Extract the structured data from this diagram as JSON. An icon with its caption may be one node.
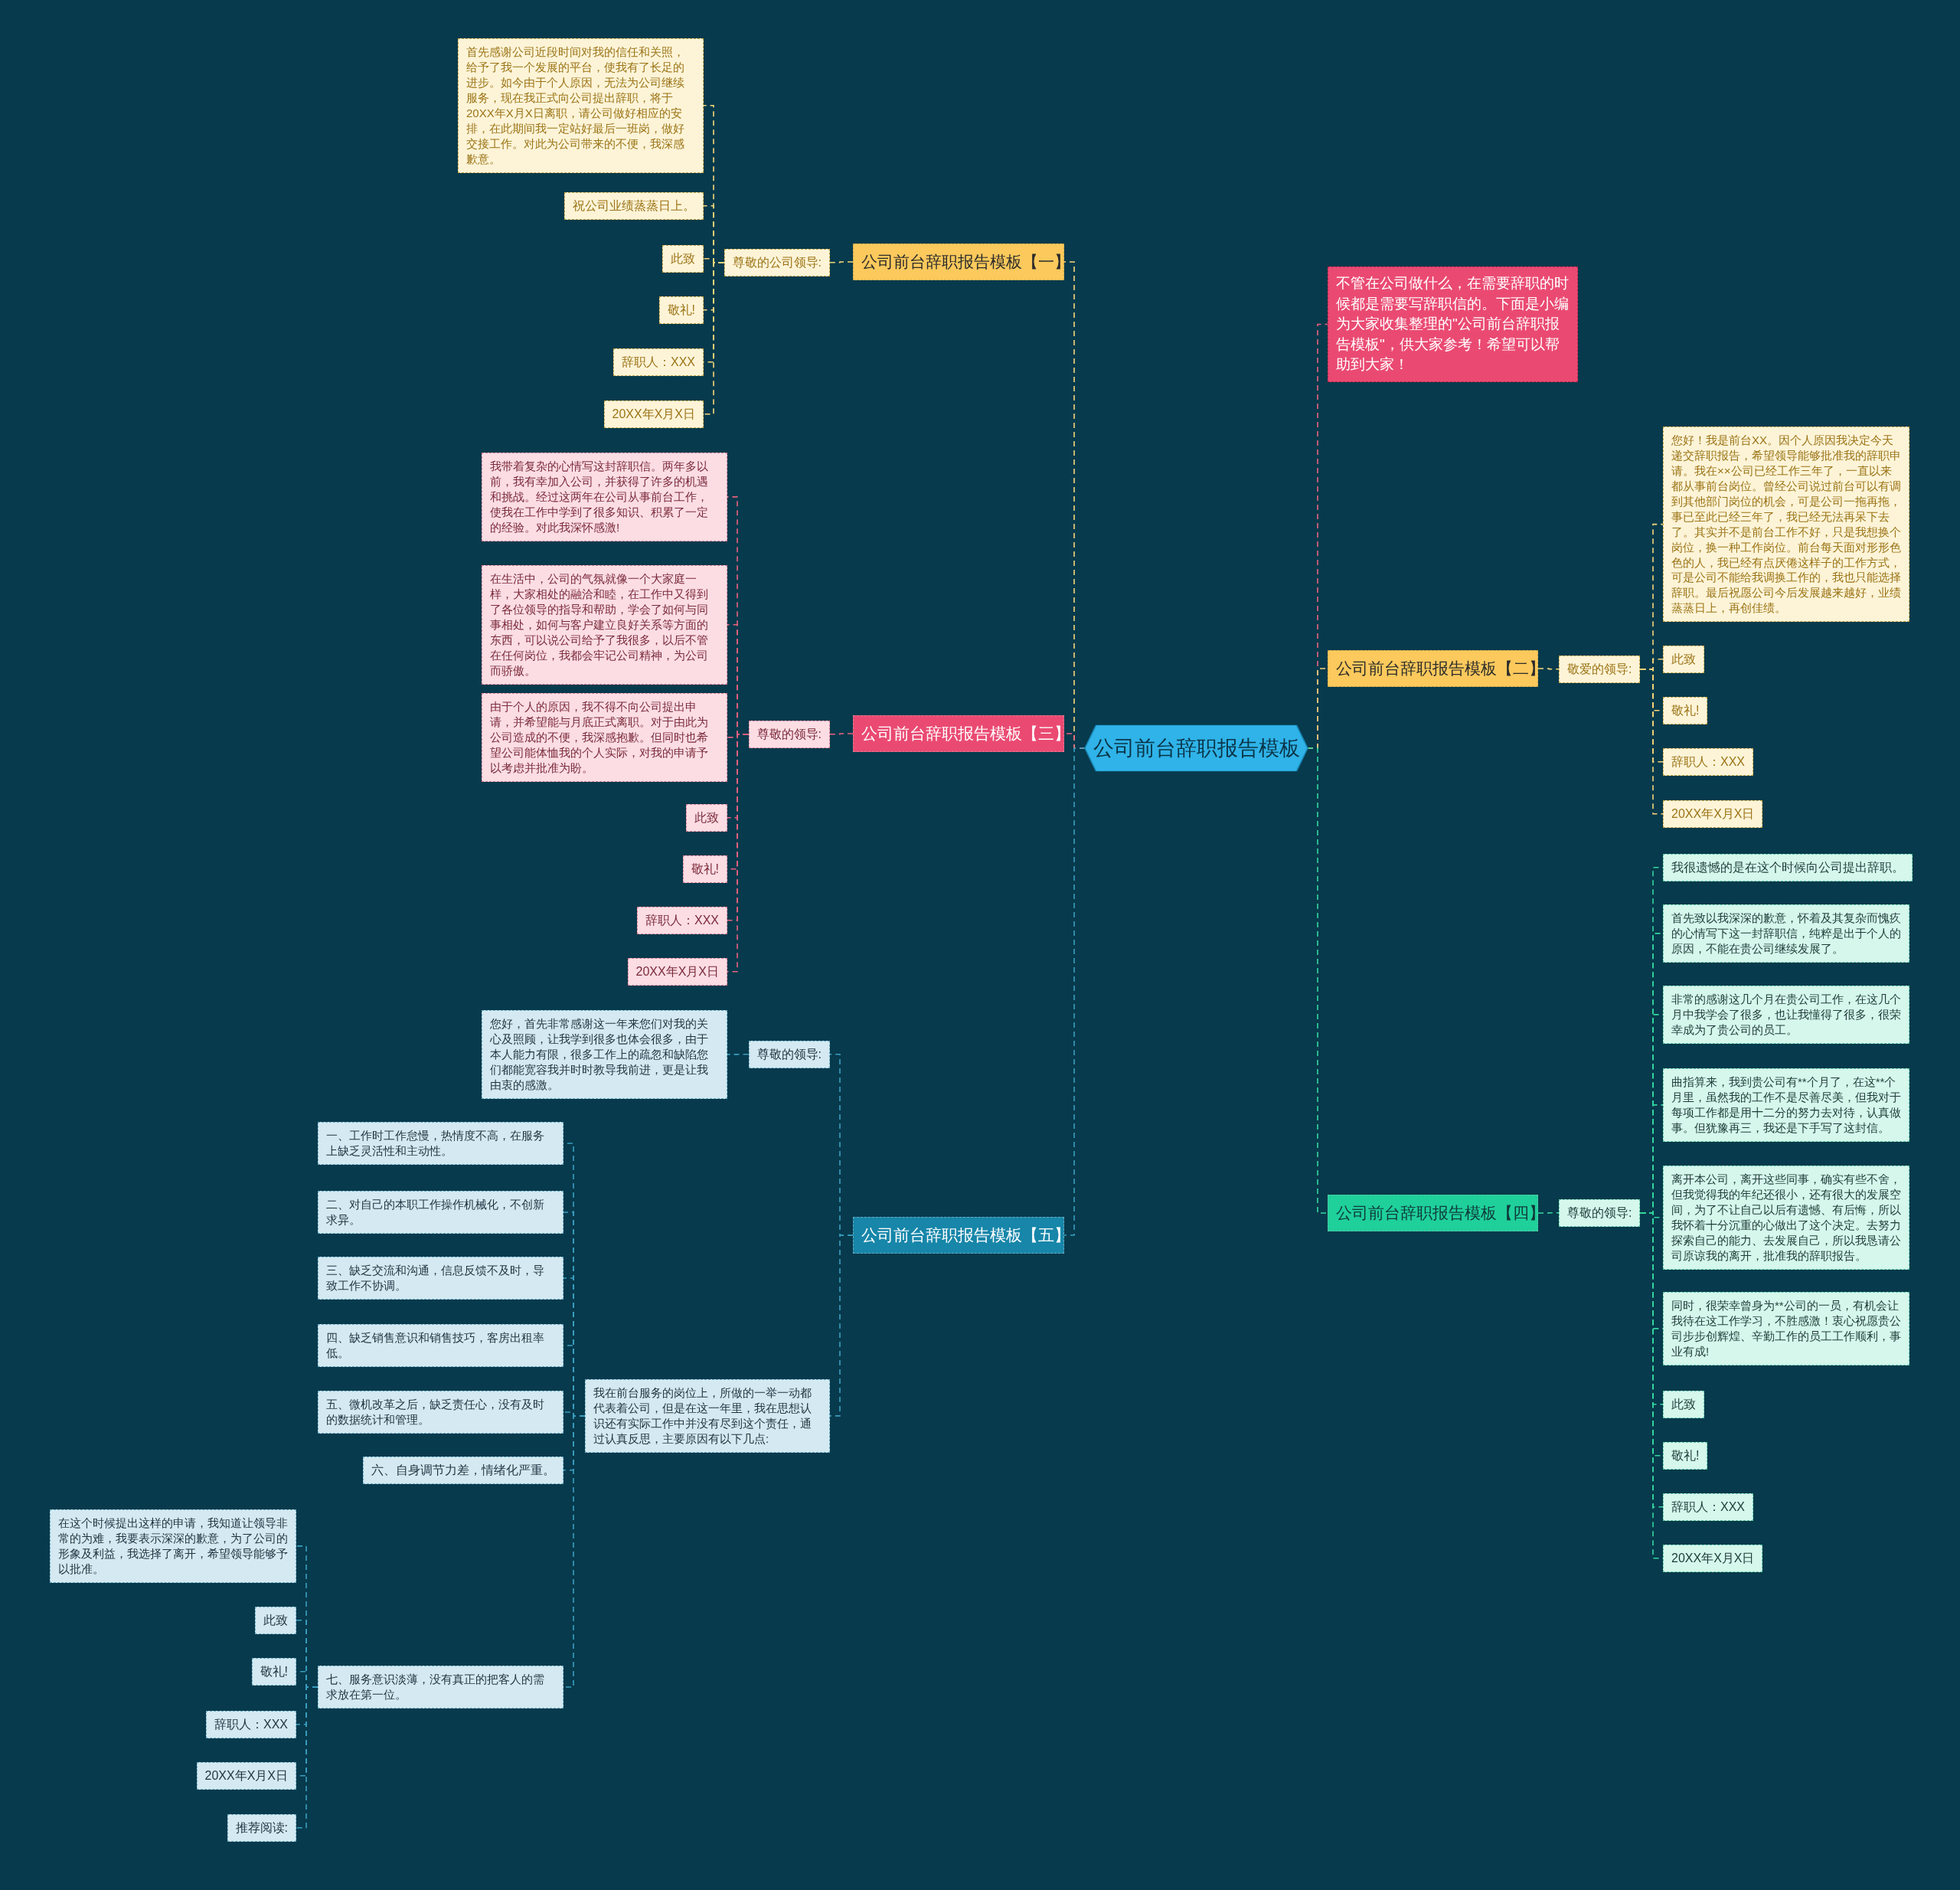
{
  "diagram": {
    "nodes": [
      {
        "text": [
          "公司前台辞职报告模板"
        ]
      },
      {
        "text": [
          "不管在公司做什么，在需要辞职的时候都是需要写辞职信的。下面是小编为大家收集整理的\"公司前台辞职报告模板\"，供大家参考！希望可以帮助到大家！"
        ]
      },
      {
        "text": [
          "公司前台辞职报告模板【一】"
        ]
      },
      {
        "text": [
          "尊敬的公司领导:"
        ]
      },
      {
        "text": [
          "首先感谢公司近段时间对我的信任和关照，给予了我一个发展的平台，使我有了长足的进步。如今由于个人原因，无法为公司继续服务，现在我正式向公司提出辞职，将于20XX年X月X日离职，请公司做好相应的安排，在此期间我一定站好最后一班岗，做好交接工作。对此为公司带来的不便，我深感歉意。"
        ]
      },
      {
        "text": [
          "祝公司业绩蒸蒸日上。"
        ]
      },
      {
        "text": [
          "此致"
        ]
      },
      {
        "text": [
          "敬礼!"
        ]
      },
      {
        "text": [
          "辞职人：XXX"
        ]
      },
      {
        "text": [
          "20XX年X月X日"
        ]
      },
      {
        "text": [
          "公司前台辞职报告模板【二】"
        ]
      },
      {
        "text": [
          "敬爱的领导:"
        ]
      },
      {
        "text": [
          "您好！我是前台XX。因个人原因我决定今天递交辞职报告，希望领导能够批准我的辞职申请。我在××公司已经工作三年了，一直以来都从事前台岗位。曾经公司说过前台可以有调到其他部门岗位的机会，可是公司一拖再拖，事已至此已经三年了，我已经无法再呆下去了。其实并不是前台工作不好，只是我想换个岗位，换一种工作岗位。前台每天面对形形色色的人，我已经有点厌倦这样子的工作方式，可是公司不能给我调换工作的，我也只能选择辞职。最后祝愿公司今后发展越来越好，业绩蒸蒸日上，再创佳绩。"
        ]
      },
      {
        "text": [
          "此致"
        ]
      },
      {
        "text": [
          "敬礼!"
        ]
      },
      {
        "text": [
          "辞职人：XXX"
        ]
      },
      {
        "text": [
          "20XX年X月X日"
        ]
      },
      {
        "text": [
          "公司前台辞职报告模板【三】"
        ]
      },
      {
        "text": [
          "尊敬的领导:"
        ]
      },
      {
        "text": [
          "我带着复杂的心情写这封辞职信。两年多以前，我有幸加入公司，并获得了许多的机遇和挑战。经过这两年在公司从事前台工作，使我在工作中学到了很多知识、积累了一定的经验。对此我深怀感激!"
        ]
      },
      {
        "text": [
          "在生活中，公司的气氛就像一个大家庭一样，大家相处的融洽和睦，在工作中又得到了各位领导的指导和帮助，学会了如何与同事相处，如何与客户建立良好关系等方面的东西，可以说公司给予了我很多，以后不管在任何岗位，我都会牢记公司精神，为公司而骄傲。"
        ]
      },
      {
        "text": [
          "由于个人的原因，我不得不向公司提出申请，并希望能与月底正式离职。对于由此为公司造成的不便，我深感抱歉。但同时也希望公司能体恤我的个人实际，对我的申请予以考虑并批准为盼。"
        ]
      },
      {
        "text": [
          "此致"
        ]
      },
      {
        "text": [
          "敬礼!"
        ]
      },
      {
        "text": [
          "辞职人：XXX"
        ]
      },
      {
        "text": [
          "20XX年X月X日"
        ]
      },
      {
        "text": [
          "公司前台辞职报告模板【四】"
        ]
      },
      {
        "text": [
          "尊敬的领导:"
        ]
      },
      {
        "text": [
          "我很遗憾的是在这个时候向公司提出辞职。"
        ]
      },
      {
        "text": [
          "首先致以我深深的歉意，怀着及其复杂而愧疚的心情写下这一封辞职信，纯粹是出于个人的原因，不能在贵公司继续发展了。"
        ]
      },
      {
        "text": [
          "非常的感谢这几个月在贵公司工作，在这几个月中我学会了很多，也让我懂得了很多，很荣幸成为了贵公司的员工。"
        ]
      },
      {
        "text": [
          "曲指算来，我到贵公司有**个月了，在这**个月里，虽然我的工作不是尽善尽美，但我对于每项工作都是用十二分的努力去对待，认真做事。但犹豫再三，我还是下手写了这封信。"
        ]
      },
      {
        "text": [
          "离开本公司，离开这些同事，确实有些不舍，但我觉得我的年纪还很小，还有很大的发展空间，为了不让自己以后有遗憾、有后悔，所以我怀着十分沉重的心做出了这个决定。去努力探索自己的能力、去发展自己，所以我恳请公司原谅我的离开，批准我的辞职报告。"
        ]
      },
      {
        "text": [
          "同时，很荣幸曾身为**公司的一员，有机会让我待在这工作学习，不胜感激！衷心祝愿贵公司步步创辉煌、辛勤工作的员工工作顺利，事业有成!"
        ]
      },
      {
        "text": [
          "此致"
        ]
      },
      {
        "text": [
          "敬礼!"
        ]
      },
      {
        "text": [
          "辞职人：XXX"
        ]
      },
      {
        "text": [
          "20XX年X月X日"
        ]
      },
      {
        "text": [
          "公司前台辞职报告模板【五】"
        ]
      },
      {
        "text": [
          "尊敬的领导:"
        ]
      },
      {
        "text": [
          "您好，首先非常感谢这一年来您们对我的关心及照顾，让我学到很多也体会很多，由于本人能力有限，很多工作上的疏忽和缺陷您们都能宽容我并时时教导我前进，更是让我由衷的感激。"
        ]
      },
      {
        "text": [
          "我在前台服务的岗位上，所做的一举一动都代表着公司，但是在这一年里，我在思想认识还有实际工作中并没有尽到这个责任，通过认真反思，主要原因有以下几点:"
        ]
      },
      {
        "text": [
          "一、工作时工作怠慢，热情度不高，在服务上缺乏灵活性和主动性。"
        ]
      },
      {
        "text": [
          "二、对自己的本职工作操作机械化，不创新求异。"
        ]
      },
      {
        "text": [
          "三、缺乏交流和沟通，信息反馈不及时，导致工作不协调。"
        ]
      },
      {
        "text": [
          "四、缺乏销售意识和销售技巧，客房出租率低。"
        ]
      },
      {
        "text": [
          "五、微机改革之后，缺乏责任心，没有及时的数据统计和管理。"
        ]
      },
      {
        "text": [
          "六、自身调节力差，情绪化严重。"
        ]
      },
      {
        "text": [
          "七、服务意识淡薄，没有真正的把客人的需求放在第一位。"
        ]
      },
      {
        "text": [
          "在这个时候提出这样的申请，我知道让领导非常的为难，我要表示深深的歉意，为了公司的形象及利益，我选择了离开，希望领导能够予以批准。"
        ]
      },
      {
        "text": [
          "此致"
        ]
      },
      {
        "text": [
          "敬礼!"
        ]
      },
      {
        "text": [
          "辞职人：XXX"
        ]
      },
      {
        "text": [
          "20XX年X月X日"
        ]
      },
      {
        "text": [
          "推荐阅读:"
        ]
      }
    ],
    "edges": [
      {
        "from": 0,
        "to": 1,
        "arrow": "none",
        "style": "dashed",
        "color": "#e9627f"
      },
      {
        "from": 0,
        "to": 2,
        "arrow": "none",
        "style": "dashed",
        "color": "#f5d77a"
      },
      {
        "from": 0,
        "to": 10,
        "arrow": "none",
        "style": "dashed",
        "color": "#f5d77a"
      },
      {
        "from": 0,
        "to": 17,
        "arrow": "none",
        "style": "dashed",
        "color": "#e9627f"
      },
      {
        "from": 0,
        "to": 26,
        "arrow": "none",
        "style": "dashed",
        "color": "#35d6a0"
      },
      {
        "from": 0,
        "to": 38,
        "arrow": "none",
        "style": "dashed",
        "color": "#3a9ec0"
      },
      {
        "from": 2,
        "to": 3,
        "arrow": "none",
        "style": "dashed",
        "color": "#f5d77a"
      },
      {
        "from": 3,
        "to": 4,
        "arrow": "none",
        "style": "dashed",
        "color": "#f5d77a"
      },
      {
        "from": 3,
        "to": 5,
        "arrow": "none",
        "style": "dashed",
        "color": "#f5d77a"
      },
      {
        "from": 3,
        "to": 6,
        "arrow": "none",
        "style": "dashed",
        "color": "#f5d77a"
      },
      {
        "from": 3,
        "to": 7,
        "arrow": "none",
        "style": "dashed",
        "color": "#f5d77a"
      },
      {
        "from": 3,
        "to": 8,
        "arrow": "none",
        "style": "dashed",
        "color": "#f5d77a"
      },
      {
        "from": 3,
        "to": 9,
        "arrow": "none",
        "style": "dashed",
        "color": "#f5d77a"
      },
      {
        "from": 10,
        "to": 11,
        "arrow": "none",
        "style": "dashed",
        "color": "#f5d77a"
      },
      {
        "from": 11,
        "to": 12,
        "arrow": "none",
        "style": "dashed",
        "color": "#f5d77a"
      },
      {
        "from": 11,
        "to": 13,
        "arrow": "none",
        "style": "dashed",
        "color": "#f5d77a"
      },
      {
        "from": 11,
        "to": 14,
        "arrow": "none",
        "style": "dashed",
        "color": "#f5d77a"
      },
      {
        "from": 11,
        "to": 15,
        "arrow": "none",
        "style": "dashed",
        "color": "#f5d77a"
      },
      {
        "from": 11,
        "to": 16,
        "arrow": "none",
        "style": "dashed",
        "color": "#f5d77a"
      },
      {
        "from": 17,
        "to": 18,
        "arrow": "none",
        "style": "dashed",
        "color": "#e9627f"
      },
      {
        "from": 18,
        "to": 19,
        "arrow": "none",
        "style": "dashed",
        "color": "#e9627f"
      },
      {
        "from": 18,
        "to": 20,
        "arrow": "none",
        "style": "dashed",
        "color": "#e9627f"
      },
      {
        "from": 18,
        "to": 21,
        "arrow": "none",
        "style": "dashed",
        "color": "#e9627f"
      },
      {
        "from": 18,
        "to": 22,
        "arrow": "none",
        "style": "dashed",
        "color": "#e9627f"
      },
      {
        "from": 18,
        "to": 23,
        "arrow": "none",
        "style": "dashed",
        "color": "#e9627f"
      },
      {
        "from": 18,
        "to": 24,
        "arrow": "none",
        "style": "dashed",
        "color": "#e9627f"
      },
      {
        "from": 18,
        "to": 25,
        "arrow": "none",
        "style": "dashed",
        "color": "#e9627f"
      },
      {
        "from": 26,
        "to": 27,
        "arrow": "none",
        "style": "dashed",
        "color": "#35d6a0"
      },
      {
        "from": 27,
        "to": 28,
        "arrow": "none",
        "style": "dashed",
        "color": "#35d6a0"
      },
      {
        "from": 27,
        "to": 29,
        "arrow": "none",
        "style": "dashed",
        "color": "#35d6a0"
      },
      {
        "from": 27,
        "to": 30,
        "arrow": "none",
        "style": "dashed",
        "color": "#35d6a0"
      },
      {
        "from": 27,
        "to": 31,
        "arrow": "none",
        "style": "dashed",
        "color": "#35d6a0"
      },
      {
        "from": 27,
        "to": 32,
        "arrow": "none",
        "style": "dashed",
        "color": "#35d6a0"
      },
      {
        "from": 27,
        "to": 33,
        "arrow": "none",
        "style": "dashed",
        "color": "#35d6a0"
      },
      {
        "from": 27,
        "to": 34,
        "arrow": "none",
        "style": "dashed",
        "color": "#35d6a0"
      },
      {
        "from": 27,
        "to": 35,
        "arrow": "none",
        "style": "dashed",
        "color": "#35d6a0"
      },
      {
        "from": 27,
        "to": 36,
        "arrow": "none",
        "style": "dashed",
        "color": "#35d6a0"
      },
      {
        "from": 27,
        "to": 37,
        "arrow": "none",
        "style": "dashed",
        "color": "#35d6a0"
      },
      {
        "from": 38,
        "to": 39,
        "arrow": "none",
        "style": "dashed",
        "color": "#3a9ec0"
      },
      {
        "from": 38,
        "to": 41,
        "arrow": "none",
        "style": "dashed",
        "color": "#3a9ec0"
      },
      {
        "from": 39,
        "to": 40,
        "arrow": "none",
        "style": "dashed",
        "color": "#3a9ec0"
      },
      {
        "from": 41,
        "to": 42,
        "arrow": "none",
        "style": "dashed",
        "color": "#3a9ec0"
      },
      {
        "from": 41,
        "to": 43,
        "arrow": "none",
        "style": "dashed",
        "color": "#3a9ec0"
      },
      {
        "from": 41,
        "to": 44,
        "arrow": "none",
        "style": "dashed",
        "color": "#3a9ec0"
      },
      {
        "from": 41,
        "to": 45,
        "arrow": "none",
        "style": "dashed",
        "color": "#3a9ec0"
      },
      {
        "from": 41,
        "to": 46,
        "arrow": "none",
        "style": "dashed",
        "color": "#3a9ec0"
      },
      {
        "from": 41,
        "to": 47,
        "arrow": "none",
        "style": "dashed",
        "color": "#3a9ec0"
      },
      {
        "from": 41,
        "to": 48,
        "arrow": "none",
        "style": "dashed",
        "color": "#3a9ec0"
      },
      {
        "from": 48,
        "to": 49,
        "arrow": "none",
        "style": "dashed",
        "color": "#3a9ec0"
      },
      {
        "from": 48,
        "to": 50,
        "arrow": "none",
        "style": "dashed",
        "color": "#3a9ec0"
      },
      {
        "from": 48,
        "to": 51,
        "arrow": "none",
        "style": "dashed",
        "color": "#3a9ec0"
      },
      {
        "from": 48,
        "to": 52,
        "arrow": "none",
        "style": "dashed",
        "color": "#3a9ec0"
      },
      {
        "from": 48,
        "to": 53,
        "arrow": "none",
        "style": "dashed",
        "color": "#3a9ec0"
      },
      {
        "from": 48,
        "to": 54,
        "arrow": "none",
        "style": "dashed",
        "color": "#3a9ec0"
      }
    ]
  }
}
